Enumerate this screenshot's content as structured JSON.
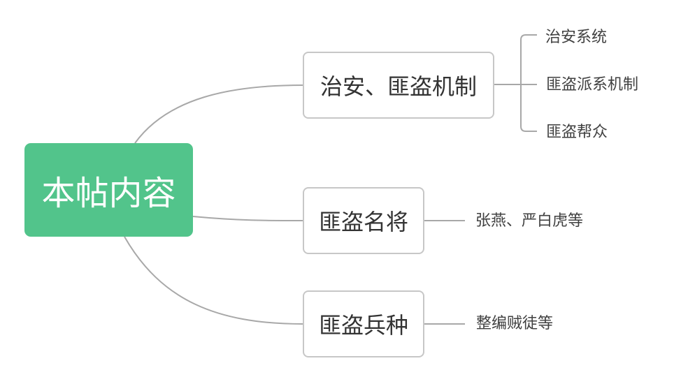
{
  "root": {
    "label": "本帖内容"
  },
  "branches": [
    {
      "label": "治安、匪盗机制",
      "children": [
        "治安系统",
        "匪盗派系机制",
        "匪盗帮众"
      ]
    },
    {
      "label": "匪盗名将",
      "children": [
        "张燕、严白虎等"
      ]
    },
    {
      "label": "匪盗兵种",
      "children": [
        "整编贼徒等"
      ]
    }
  ],
  "colors": {
    "root_fill": "#52c48b",
    "branch_border": "#c7c7c7",
    "connector": "#a8a8a8",
    "text": "#333333"
  }
}
